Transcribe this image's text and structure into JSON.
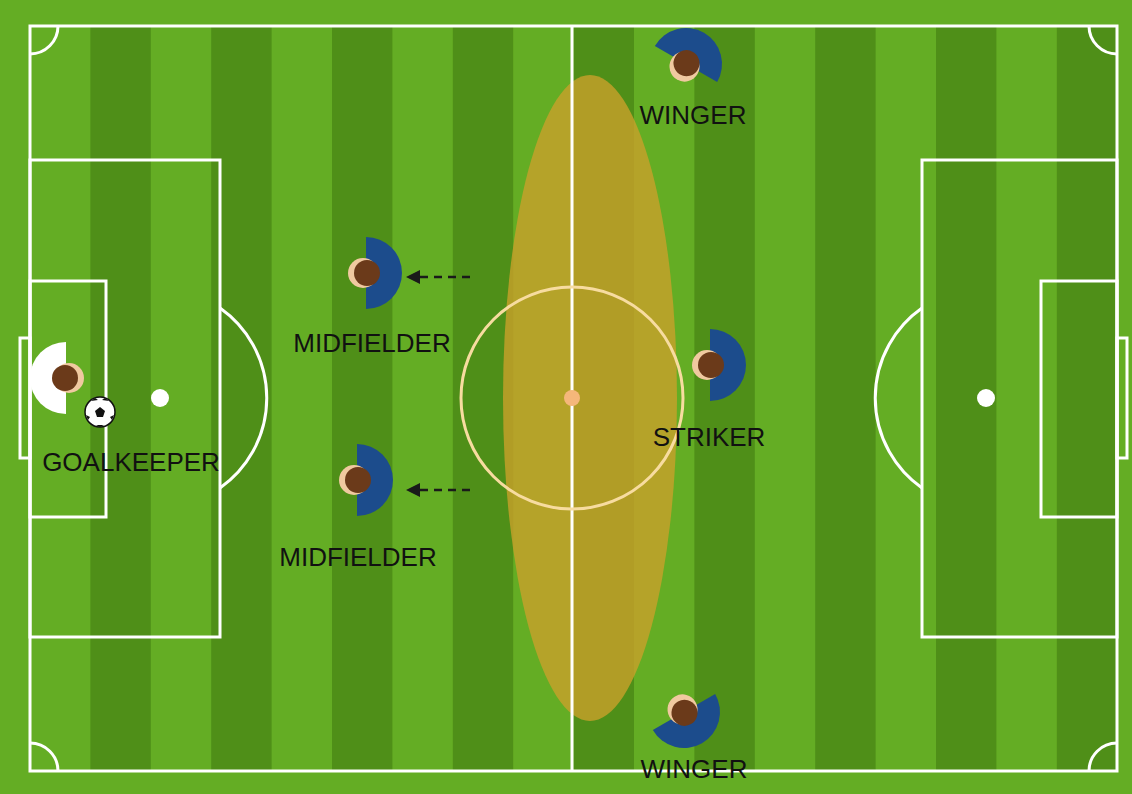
{
  "diagram": {
    "labels": [
      "WINGER",
      "MIDFIELDER",
      "STRIKER",
      "GOALKEEPER",
      "MIDFIELDER",
      "WINGER"
    ]
  }
}
